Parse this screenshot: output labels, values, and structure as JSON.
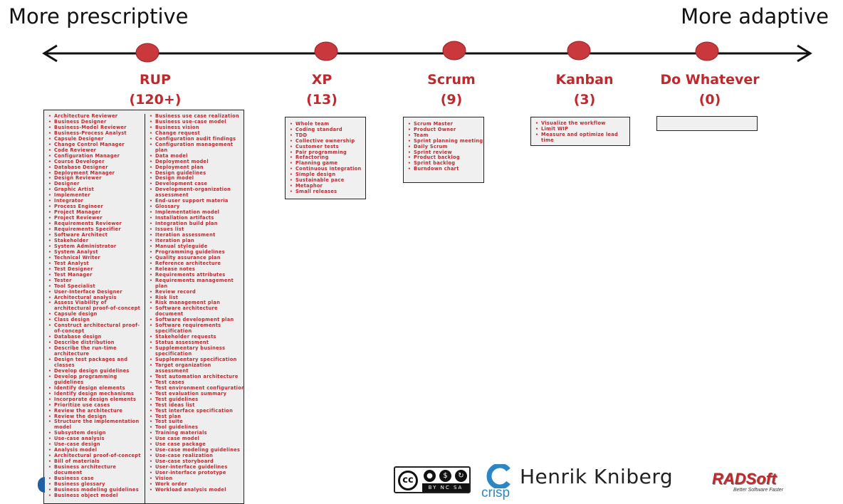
{
  "header": {
    "left": "More prescriptive",
    "right": "More adaptive"
  },
  "methods": [
    {
      "name": "RUP",
      "count": "(120+)"
    },
    {
      "name": "XP",
      "count": "(13)"
    },
    {
      "name": "Scrum",
      "count": "(9)"
    },
    {
      "name": "Kanban",
      "count": "(3)"
    },
    {
      "name": "Do Whatever",
      "count": "(0)"
    }
  ],
  "rup_col1": [
    "Architecture Reviewer",
    "Business Designer",
    "Business-Model Reviewer",
    "Business-Process Analyst",
    "Capsule Designer",
    "Change Control Manager",
    "Code Reviewer",
    "Configuration Manager",
    "Course Developer",
    "Database Designer",
    "Deployment Manager",
    "Design Reviewer",
    "Designer",
    "Graphic Artist",
    "Implementer",
    "Integrator",
    "Process Engineer",
    "Project Manager",
    "Project Reviewer",
    "Requirements Reviewer",
    "Requirements Specifier",
    "Software Architect",
    "Stakeholder",
    "System Administrator",
    "System Analyst",
    "Technical Writer",
    "Test Analyst",
    "Test Designer",
    "Test Manager",
    "Tester",
    "Tool Specialist",
    "User-Interface Designer",
    "Architectural analysis",
    "Assess Viability of architectural proof-of-concept",
    "Capsule design",
    "Class design",
    "Construct architectural proof-of-concept",
    "Database design",
    "Describe distribution",
    "Describe the run-time architecture",
    "Design test packages and classes",
    "Develop design guidelines",
    "Develop programming guidelines",
    "Identify design elements",
    "Identify design mechanisms",
    "Incorporate design elements",
    "Prioritize use cases",
    "Review the architecture",
    "Review the design",
    "Structure the implementation model",
    "Subsystem design",
    "Use-case analysis",
    "Use-case design",
    "Analysis model",
    "Architectural proof-of-concept",
    "Bill of materials",
    "Business architecture document",
    "Business case",
    "Business glossary",
    "Business modeling guidelines",
    "Business object model"
  ],
  "rup_col2": [
    "Business use case realization",
    "Business use-case model",
    "Business vision",
    "Change request",
    "Configuration audit findings",
    "Configuration management plan",
    "Data model",
    "Deployment model",
    "Deployment plan",
    "Design guidelines",
    "Design model",
    "Development case",
    "Development-organization assessment",
    "End-user support materia",
    "Glossary",
    "Implementation model",
    "Installation artifacts",
    "Integration build plan",
    "Issues list",
    "Iteration assessment",
    "Iteration plan",
    "Manual styleguide",
    "Programming guidelines",
    "Quality assurance plan",
    "Reference architecture",
    "Release notes",
    "Requirements attributes",
    "Requirements management plan",
    "Review record",
    "Risk list",
    "Risk management plan",
    "Software architecture document",
    "Software development plan",
    "Software requirements specification",
    "Stakeholder requests",
    "Status assessment",
    "Supplementary business specification",
    "Supplementary specification",
    "Target organization assessment",
    "Test automation architecture",
    "Test cases",
    "Test environment configuration",
    "Test evaluation summary",
    "Test guidelines",
    "Test ideas list",
    "Test interface specification",
    "Test plan",
    "Test suite",
    "Tool guidelines",
    "Training materials",
    "Use case model",
    "Use case package",
    "Use-case modeling guidelines",
    "Use-case realization",
    "Use-case storyboard",
    "User-interface guidelines",
    "User-interface prototype",
    "Vision",
    "Work order",
    "Workload analysis model"
  ],
  "xp_items": [
    "Whole team",
    "Coding standard",
    "TDD",
    "Collective ownership",
    "Customer tests",
    "Pair programming",
    "Refactoring",
    "Planning game",
    "Continuous integration",
    "Simple design",
    "Sustainable pace",
    "Metaphor",
    "Small releases"
  ],
  "scrum_items": [
    "Scrum Master",
    "Product Owner",
    "Team",
    "Sprint planning meeting",
    "Daily Scrum",
    "Sprint review",
    "Product backlog",
    "Sprint backlog",
    "Burndown chart"
  ],
  "kanban_items": [
    "Visualize the workflow",
    "Limit WIP",
    "Measure and optimize lead time"
  ],
  "footer": {
    "cc": "cc",
    "license": "BY NC SA",
    "crisp": "crisp",
    "author": "Henrik Kniberg",
    "radsoft": "RADSoft",
    "radsoft_tagline": "Better Software Faster"
  },
  "colors": {
    "accent": "#c0282c",
    "dot": "#c8383c",
    "line": "#111111"
  }
}
